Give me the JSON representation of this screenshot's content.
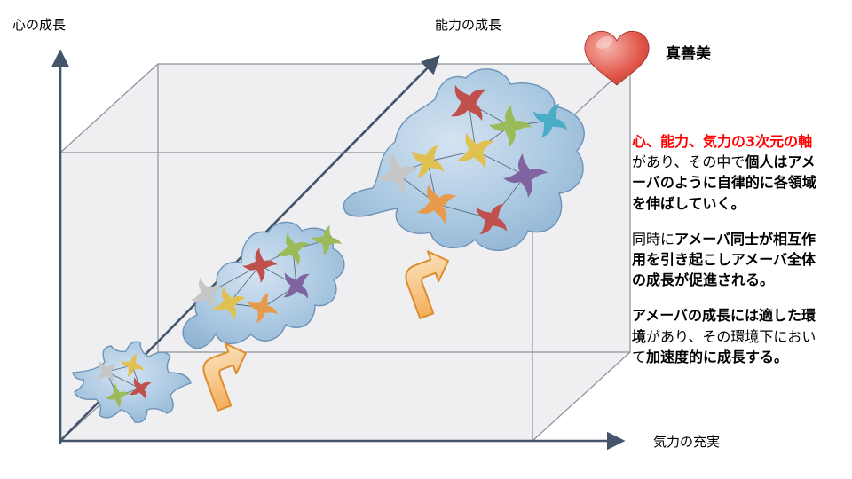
{
  "diagram": {
    "axes": {
      "y_label": "心の成長",
      "diagonal_label": "能力の成長",
      "x_label": "気力の充実"
    },
    "heart_label": "真善美"
  },
  "panel": {
    "paragraphs": [
      {
        "segments": [
          {
            "style": "red-bold",
            "text": "心、能力、気力の3次元の軸"
          },
          {
            "style": "normal",
            "text": "があり、その中で"
          },
          {
            "style": "bold",
            "text": "個人はアメーバのように自律的に各領域を伸ばしていく。"
          }
        ]
      },
      {
        "segments": [
          {
            "style": "normal",
            "text": "同時に"
          },
          {
            "style": "bold",
            "text": "アメーバ同士が相互作用を引き起こしアメーバ全体の成長が促進される。"
          }
        ]
      },
      {
        "segments": [
          {
            "style": "bold",
            "text": "アメーバの成長には適した環境"
          },
          {
            "style": "normal",
            "text": "があり、その環境下において"
          },
          {
            "style": "bold",
            "text": "加速度的に成長する。"
          }
        ]
      }
    ]
  },
  "palette": {
    "axis": "#44546A",
    "red_text": "#FF0000",
    "heart_red": "#D64541",
    "arrow_orange": "#E8A23D",
    "blob_blue": "#A9C7E0",
    "pin_red": "#C0504D",
    "pin_green": "#9BBB59",
    "pin_yellow": "#E0C04E",
    "pin_purple": "#8064A2",
    "pin_orange": "#E89A4C",
    "pin_gray": "#C6C6C6",
    "pin_blue": "#4BACC6"
  }
}
